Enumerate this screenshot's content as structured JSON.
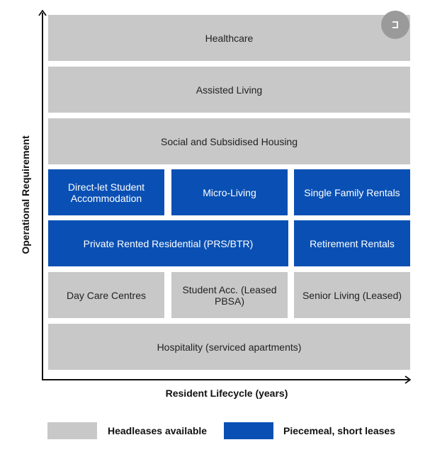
{
  "axes": {
    "y_label": "Operational Requirement",
    "x_label": "Resident Lifecycle (years)"
  },
  "boxes": {
    "healthcare": "Healthcare",
    "assisted_living": "Assisted Living",
    "social_housing": "Social and Subsidised Housing",
    "direct_let": "Direct-let Student Accommodation",
    "micro_living": "Micro-Living",
    "single_family": "Single Family Rentals",
    "prs_btr": "Private Rented Residential (PRS/BTR)",
    "retirement": "Retirement Rentals",
    "day_care": "Day Care Centres",
    "student_acc": "Student Acc. (Leased PBSA)",
    "senior_living": "Senior Living (Leased)",
    "hospitality": "Hospitality (serviced apartments)"
  },
  "legend": {
    "grey_label": "Headleases available",
    "blue_label": "Piecemeal, short leases"
  },
  "colors": {
    "grey": "#c8c8c8",
    "blue": "#0a50b4"
  },
  "icons": {
    "corner_button": "exit-icon"
  }
}
